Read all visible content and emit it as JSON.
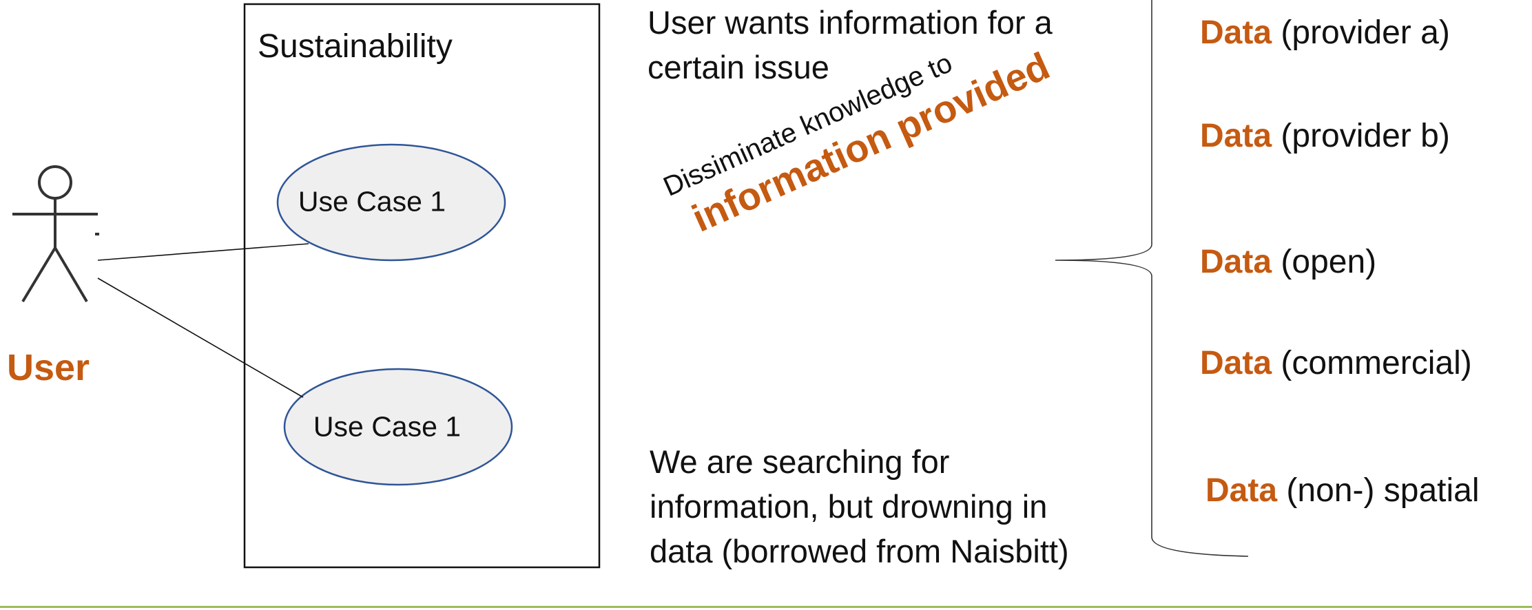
{
  "system": {
    "title": "Sustainability"
  },
  "use_cases": [
    {
      "label": "Use Case 1"
    },
    {
      "label": "Use Case 1"
    }
  ],
  "actor": {
    "label": "User"
  },
  "notes": {
    "top": "User wants information for a certain issue",
    "rotated_line1": "Dissiminate knowledge to",
    "rotated_line2": "information provided",
    "bottom": "We are searching for information, but drowning in data (borrowed from Naisbitt)"
  },
  "sources": [
    {
      "word": "Data",
      "detail": "(provider a)"
    },
    {
      "word": "Data",
      "detail": "(provider b)"
    },
    {
      "word": "Data",
      "detail": "(open)"
    },
    {
      "word": "Data",
      "detail": "(commercial)"
    },
    {
      "word": "Data",
      "detail": "(non-) spatial"
    }
  ],
  "colors": {
    "accent": "#c55a11",
    "use_case_fill": "#efefef",
    "use_case_stroke": "#2f5597",
    "footer_rule": "#9bbb59"
  }
}
